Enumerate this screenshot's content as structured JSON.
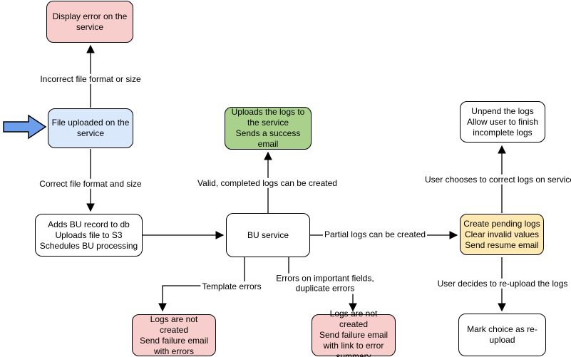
{
  "diagram": {
    "type": "flowchart",
    "colors": {
      "error_fill": "#f8cecc",
      "input_fill": "#dae8fc",
      "success_fill": "#a9d18c",
      "pending_fill": "#ffe9b3",
      "entry_arrow_fill": "#6d9eeb",
      "stroke": "#000000",
      "background": "#ffffff"
    },
    "nodes": {
      "display_error": "Display error on the service",
      "file_uploaded": "File uploaded on the service",
      "adds_bu_record": "Adds BU record to db\nUploads file to S3\nSchedules BU processing",
      "bu_service": "BU service",
      "uploads_logs": "Uploads the logs to the service\nSends a success email",
      "unpend_logs": "Unpend the logs\nAllow user to finish incomplete logs",
      "create_pending_logs": "Create pending logs\nClear invalid values\nSend resume email",
      "mark_choice_reupload": "Mark choice as re-upload",
      "logs_not_created_errors": "Logs are not created\nSend failure email with errors",
      "logs_not_created_summary": "Logs are not created\nSend failure email with link to error summary"
    },
    "edge_labels": {
      "incorrect_file": "Incorrect file format or size",
      "correct_file": "Correct file format and size",
      "valid_logs": "Valid, completed logs can be created",
      "partial_logs": "Partial logs can be created",
      "user_correct": "User chooses to correct logs on service",
      "user_reupload": "User decides to re-upload the logs",
      "template_errors": "Template errors",
      "important_field_errors": "Errors on important fields, duplicate errors"
    }
  }
}
